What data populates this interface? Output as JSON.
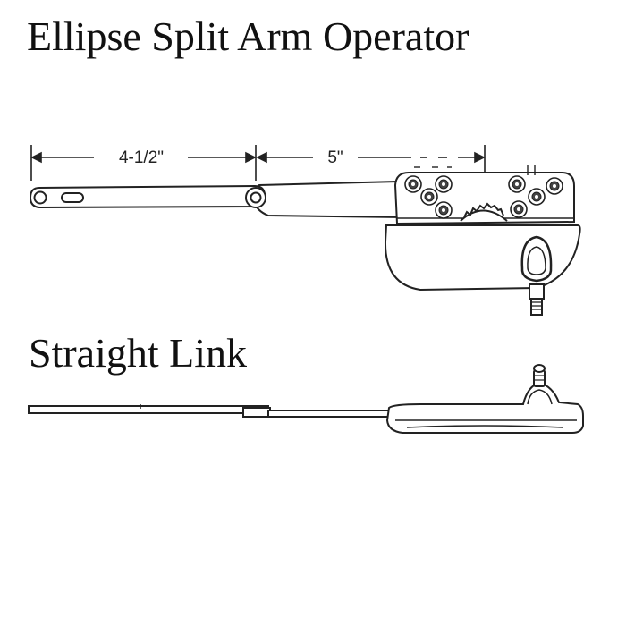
{
  "title": "Ellipse Split Arm Operator",
  "subtitle": "Straight Link",
  "dimensions": {
    "arm_link": "4-1/2\"",
    "arm_body": "5\""
  }
}
